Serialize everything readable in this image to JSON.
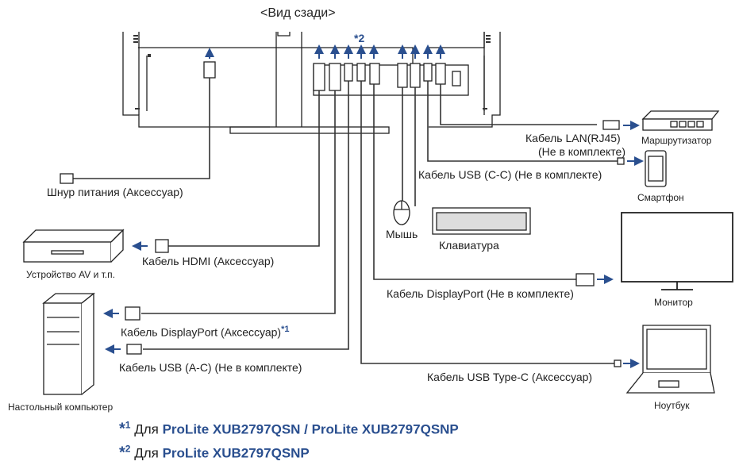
{
  "title": "<Вид сзади>",
  "marker_2": "*2",
  "labels": {
    "power_cord": "Шнур питания (Аксессуар)",
    "hdmi_cable": "Кабель HDMI (Аксессуар)",
    "av_device": "Устройство AV и т.п.",
    "dp_cable_acc": "Кабель DisplayPort (Аксессуар)",
    "dp_marker": "*1",
    "usb_ac_cable": "Кабель USB (A-C) (Не в комплекте)",
    "desktop_pc": "Настольный компьютер",
    "lan_cable": "Кабель LAN(RJ45)",
    "lan_not_included": "(Не в комплекте)",
    "router": "Маршрутизатор",
    "usb_cc_cable": "Кабель USB (C-C) (Не в комплекте)",
    "smartphone": "Смартфон",
    "mouse": "Мышь",
    "keyboard": "Клавиатура",
    "dp_cable_out": "Кабель DisplayPort (Не в комплекте)",
    "monitor": "Монитор",
    "usbc_cable": "Кабель USB Type-C (Аксессуар)",
    "notebook": "Ноутбук"
  },
  "notes": [
    {
      "marker": "*",
      "sup": "1",
      "prefix": "Для ",
      "models": "ProLite XUB2797QSN / ProLite XUB2797QSNP"
    },
    {
      "marker": "*",
      "sup": "2",
      "prefix": "Для ",
      "models": "ProLite XUB2797QSNP"
    }
  ],
  "colors": {
    "arrow": "#2a4f8f",
    "cable": "#333333",
    "outline": "#222222"
  }
}
